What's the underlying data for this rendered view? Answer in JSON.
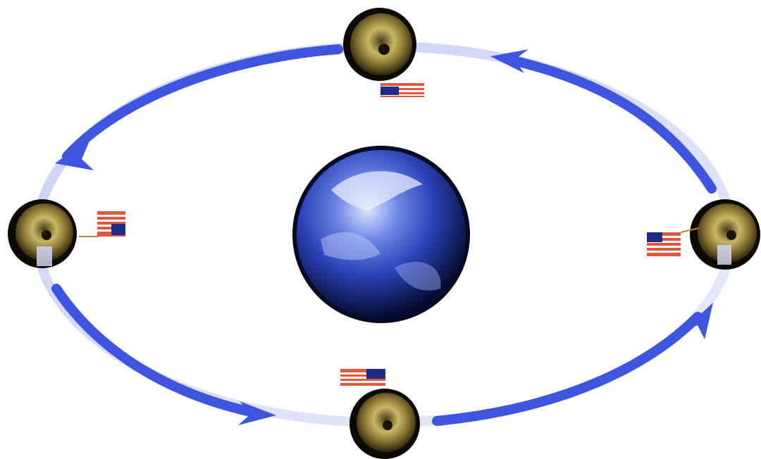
{
  "diagram": {
    "central_body": {
      "name": "earth",
      "colors": [
        "#0b1a5c",
        "#2b43b8",
        "#dfe6ff"
      ]
    },
    "orbiting_body": {
      "name": "moon",
      "colors": [
        "#1a1408",
        "#6b5a22",
        "#e2d48a"
      ]
    },
    "orbit": {
      "shape": "ellipse",
      "direction": "counterclockwise",
      "track_color": "#dfe4fb",
      "arrow_color": "#3e55e0"
    },
    "marker": {
      "name": "american-flag",
      "stripe_red": "#e0583f",
      "stripe_white": "#ffffff",
      "canton_blue": "#1f2b86"
    },
    "positions": [
      {
        "id": "top"
      },
      {
        "id": "left"
      },
      {
        "id": "right"
      },
      {
        "id": "bottom"
      }
    ]
  }
}
